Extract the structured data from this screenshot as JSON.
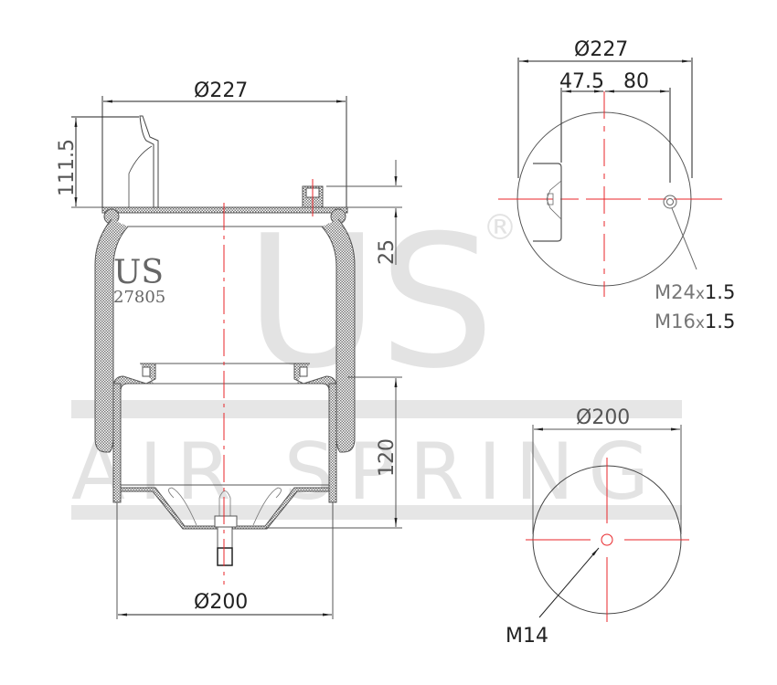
{
  "watermark": {
    "brand": "US",
    "registered": "®",
    "tagline": "AIR SPRING",
    "band_color": "#e6e6e6"
  },
  "colors": {
    "line": "#555555",
    "dim_line": "#222222",
    "center_line": "#e8262a",
    "hatch": "#777777"
  },
  "side_view": {
    "label_brand": "US",
    "part_number": "27805",
    "dim_top_diameter": "Ø227",
    "dim_bracket_height": "111.5",
    "dim_stud_offset": "25",
    "dim_piston_height": "120",
    "dim_bottom_diameter": "Ø200"
  },
  "top_plate_view": {
    "dim_diameter": "Ø227",
    "dim_offset_left": "47.5",
    "dim_offset_right": "80",
    "thread_1": {
      "size": "M24",
      "x": "x",
      "pitch": "1.5"
    },
    "thread_2": {
      "size": "M16",
      "x": "x",
      "pitch": "1.5"
    }
  },
  "bottom_plate_view": {
    "dim_diameter": "Ø200",
    "thread": "M14"
  }
}
